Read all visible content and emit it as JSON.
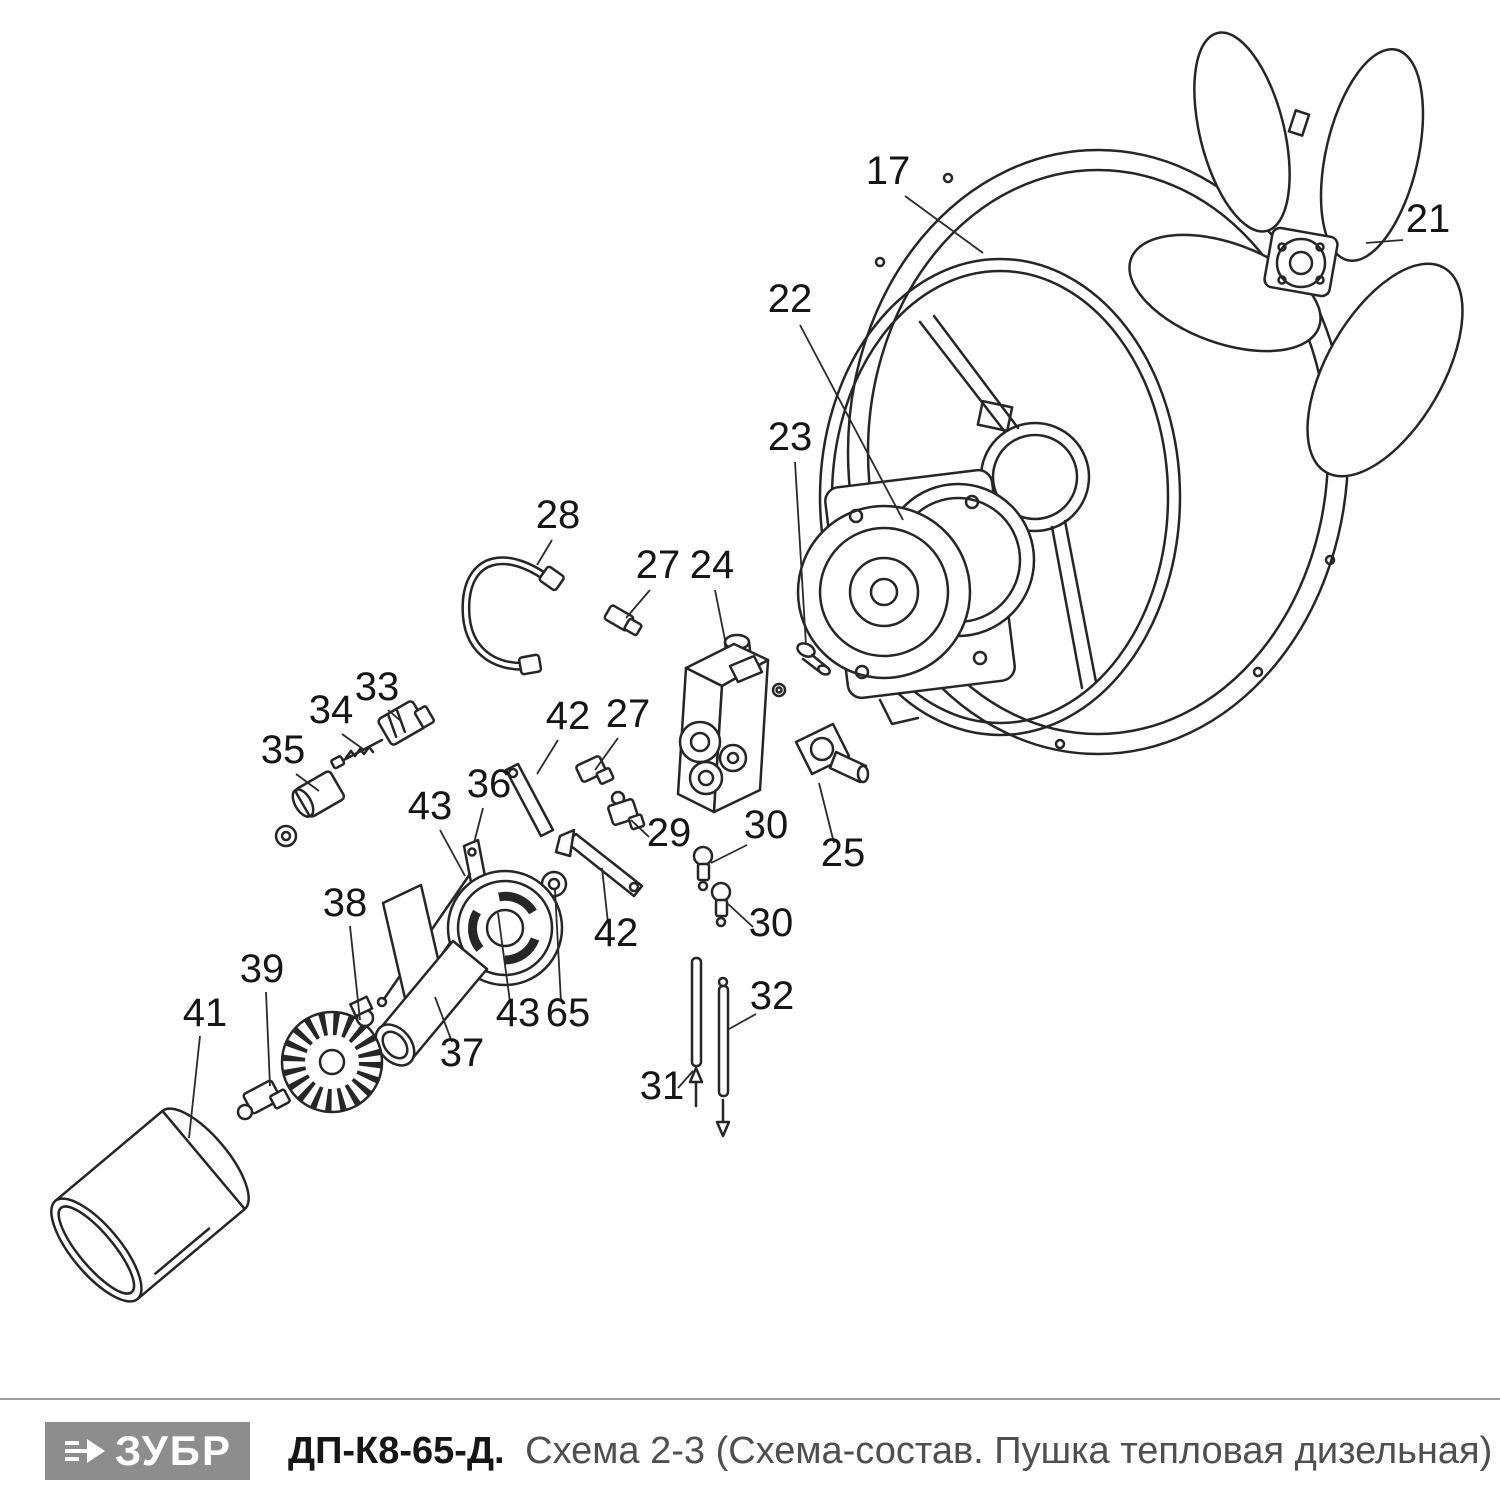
{
  "footer": {
    "brand": "ЗУБР",
    "model": "ДП-К8-65-Д.",
    "subtitle": "Схема 2-3 (Схема-состав. Пушка тепловая дизельная)"
  },
  "labels": [
    {
      "text": "17"
    },
    {
      "text": "21"
    },
    {
      "text": "22"
    },
    {
      "text": "23"
    },
    {
      "text": "28"
    },
    {
      "text": "27"
    },
    {
      "text": "24"
    },
    {
      "text": "33"
    },
    {
      "text": "34"
    },
    {
      "text": "35"
    },
    {
      "text": "42"
    },
    {
      "text": "27"
    },
    {
      "text": "36"
    },
    {
      "text": "43"
    },
    {
      "text": "29"
    },
    {
      "text": "30"
    },
    {
      "text": "25"
    },
    {
      "text": "30"
    },
    {
      "text": "38"
    },
    {
      "text": "42"
    },
    {
      "text": "39"
    },
    {
      "text": "41"
    },
    {
      "text": "43"
    },
    {
      "text": "65"
    },
    {
      "text": "37"
    },
    {
      "text": "31"
    },
    {
      "text": "32"
    }
  ]
}
